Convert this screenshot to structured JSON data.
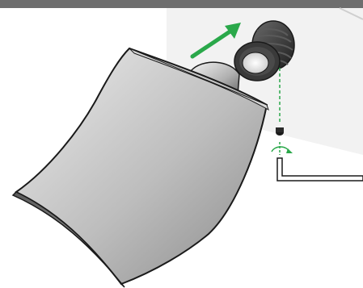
{
  "figure": {
    "kind": "assembly-instruction-illustration",
    "parts": [
      "top-band",
      "wall-panel",
      "curved-monitor",
      "monitor-mount-boss",
      "threaded-adapter-nut",
      "set-screw",
      "hex-key",
      "insertion-arrow",
      "rotation-arrow",
      "alignment-line"
    ]
  },
  "colors": {
    "top_band": "#6e6e6e",
    "wall": "#f2f2f2",
    "wall_edge": "#cfcfcf",
    "arrow": "#2aa84a",
    "alignment_line": "#2aa84a",
    "outline": "#1a1a1a",
    "panel_light": "#ececec",
    "panel_dark": "#8a8a8a",
    "metal": "#3a3a3a"
  }
}
